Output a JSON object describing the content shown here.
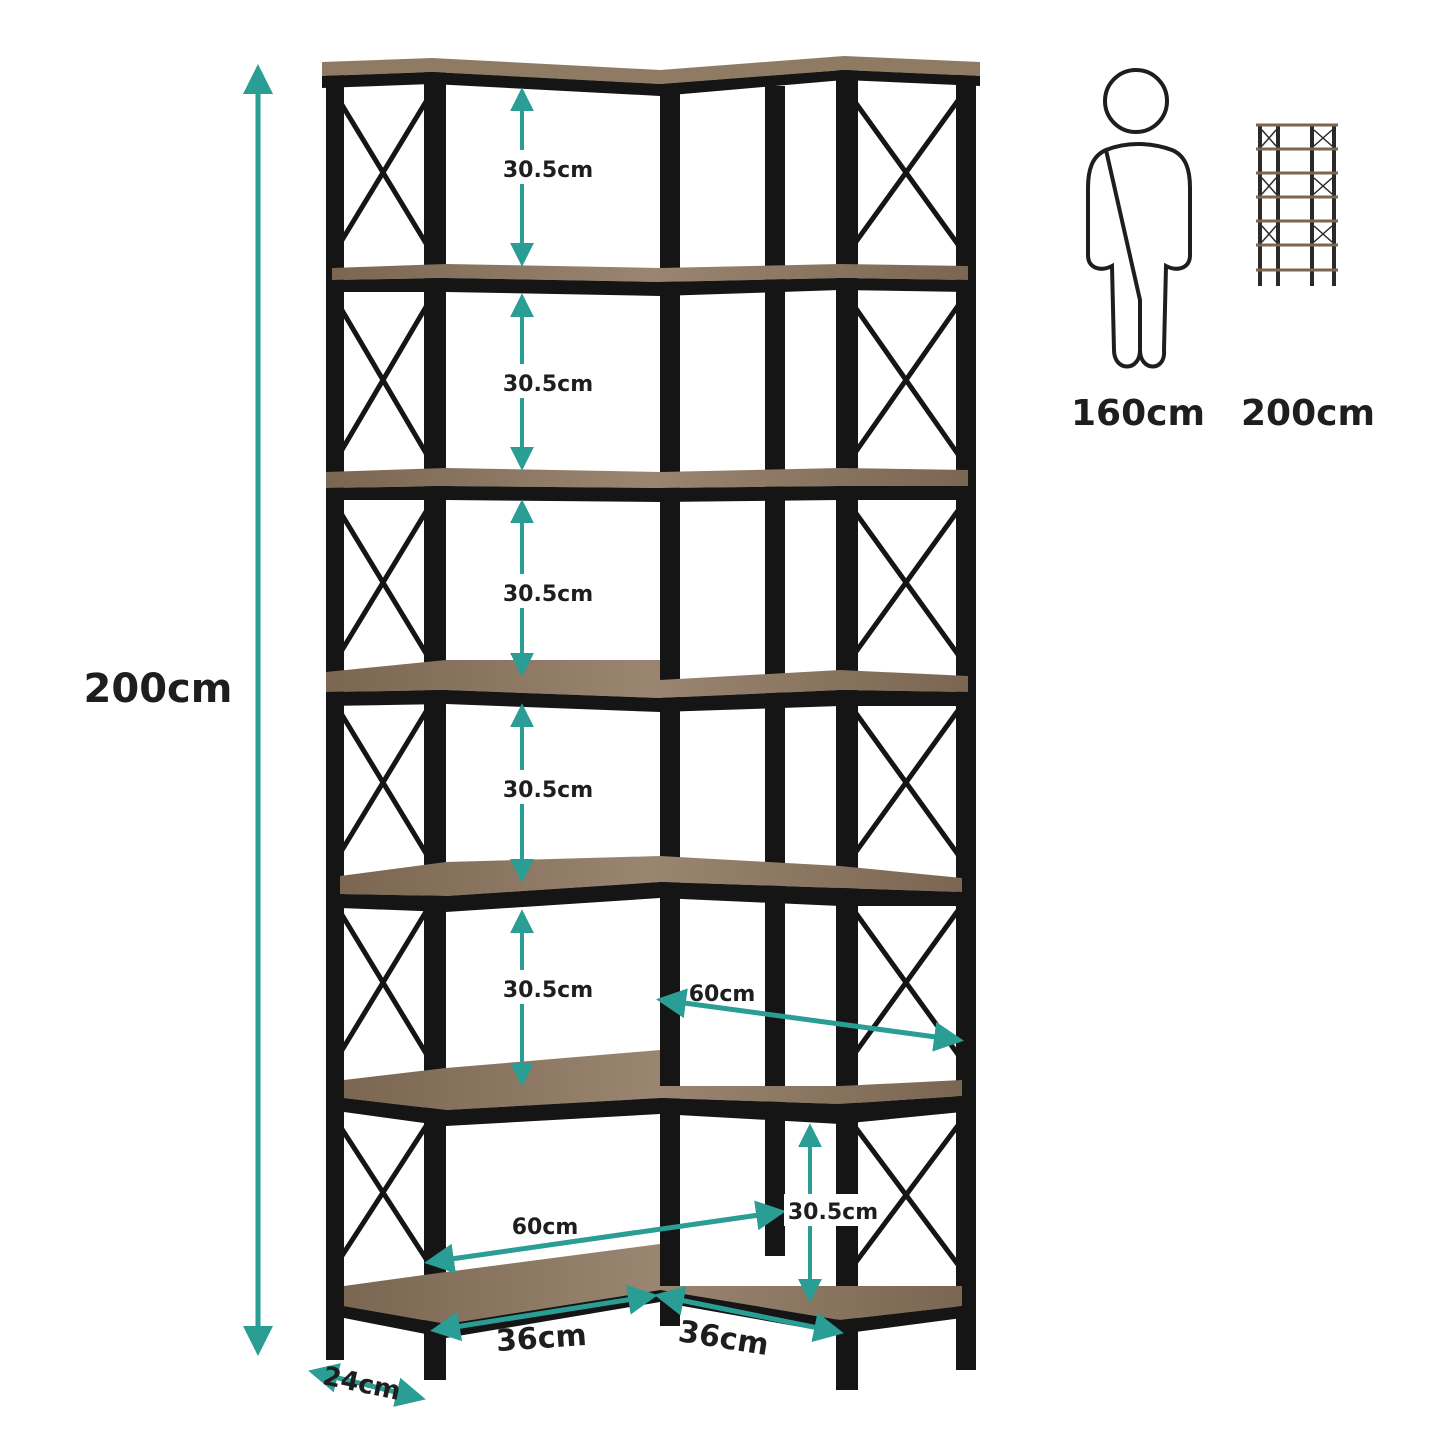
{
  "labels": {
    "total_height": "200cm",
    "depth": "24cm",
    "shelf_gap_1": "30.5cm",
    "shelf_gap_2": "30.5cm",
    "shelf_gap_3": "30.5cm",
    "shelf_gap_4": "30.5cm",
    "shelf_gap_5": "30.5cm",
    "shelf_gap_6": "30.5cm",
    "width_upper": "60cm",
    "width_lower": "60cm",
    "inner_left": "36cm",
    "inner_right": "36cm",
    "person_height": "160cm",
    "shelf_compare_height": "200cm"
  },
  "colors": {
    "frame": "#151515",
    "wood": "#8a7660",
    "wood_dark": "#6d5b48",
    "accent_teal": "#2a9d94",
    "text": "#1e1e1e"
  },
  "icons": [
    "person-icon",
    "mini-shelf-icon"
  ]
}
